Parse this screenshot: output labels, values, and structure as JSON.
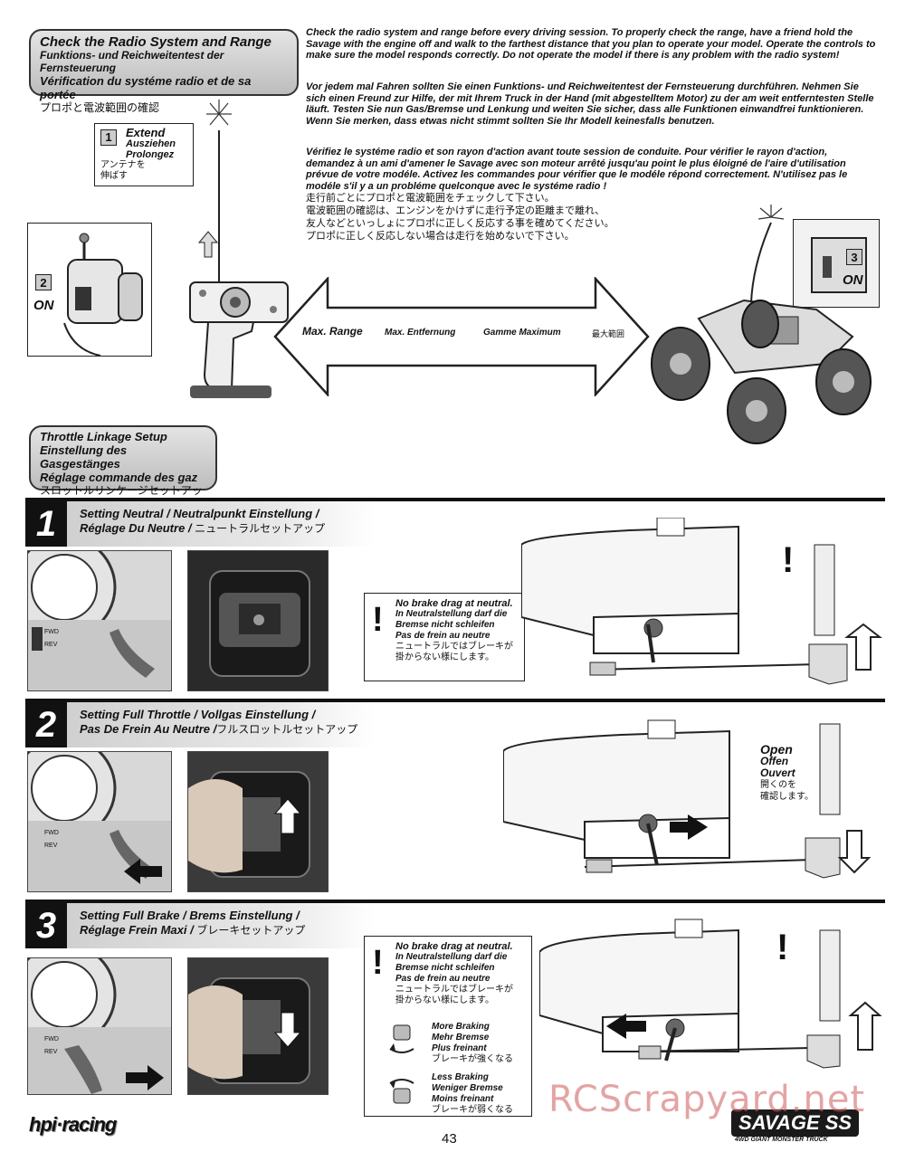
{
  "radio_check": {
    "heading": {
      "en": "Check the Radio System and Range",
      "de": "Funktions- und Reichweitentest der Fernsteuerung",
      "fr": "Vérification du systéme radio et de sa portée",
      "jp": "プロポと電波範囲の確認"
    },
    "paragraphs": {
      "en": "Check the radio system and range before every driving session. To properly check the range, have a friend hold the Savage with the engine off and walk to the farthest distance that you plan to operate your model. Operate the controls to make sure the model responds correctly. Do not operate the model if there is any problem with the radio system!",
      "de": "Vor jedem mal Fahren sollten Sie einen Funktions- und Reichweitentest der Fernsteuerung durchführen. Nehmen Sie sich einen Freund zur Hilfe, der mit Ihrem Truck in der Hand (mit abgestelltem Motor) zu der am weit entferntesten Stelle läuft. Testen Sie nun Gas/Bremse und Lenkung und weiten Sie sicher, dass alle Funktionen einwandfrei funktionieren. Wenn Sie merken, dass etwas nicht stimmt sollten Sie Ihr Modell keinesfalls benutzen.",
      "fr": "Vérifiez le systéme radio et son rayon d'action avant toute session de conduite. Pour vérifier le rayon d'action, demandez à un ami d'amener le Savage avec son moteur arrêté jusqu'au point le plus éloigné de l'aire d'utilisation prévue de votre modéle.  Activez les commandes pour vérifier que le modéle répond correctement. N'utilisez pas le modéle s'il y a un probléme quelconque avec le systéme radio !",
      "jp": "走行前ごとにプロポと電波範囲をチェックして下さい。\n電波範囲の確認は、エンジンをかけずに走行予定の距離まで離れ、\n友人などといっしょにプロポに正しく反応する事を確めてください。\nプロポに正しく反応しない場合は走行を始めないで下さい。"
    },
    "callout_extend": {
      "number": "1",
      "en": "Extend",
      "de": "Ausziehen",
      "fr": "Prolongez",
      "jp": "アンテナを\n伸ばす"
    },
    "callout_on_left": {
      "number": "2",
      "label": "ON"
    },
    "callout_on_right": {
      "number": "3",
      "label": "ON"
    },
    "range_arrow": {
      "en": "Max. Range",
      "de": "Max. Entfernung",
      "fr": "Gamme Maximum",
      "jp": "最大範囲"
    }
  },
  "throttle": {
    "heading": {
      "en": "Throttle Linkage Setup",
      "de": "Einstellung des Gasgestänges",
      "fr": "Réglage commande des gaz",
      "jp": "スロットルリンケージセットアップ"
    },
    "steps": [
      {
        "number": "1",
        "title_line1": "Setting Neutral / Neutralpunkt Einstellung /",
        "title_line2": "Réglage Du Neutre /",
        "title_jp": "ニュートラルセットアップ"
      },
      {
        "number": "2",
        "title_line1": "Setting Full Throttle / Vollgas Einstellung /",
        "title_line2": "Pas De Frein Au Neutre /",
        "title_jp": "フルスロットルセットアップ"
      },
      {
        "number": "3",
        "title_line1": "Setting Full Brake  /  Brems Einstellung  /",
        "title_line2": "Réglage Frein Maxi  /",
        "title_jp": "ブレーキセットアップ"
      }
    ],
    "fwd_label": "FWD",
    "rev_label": "REV",
    "no_drag_note": {
      "en": "No brake drag at neutral.",
      "de": "In Neutralstellung darf die Bremse nicht schleifen",
      "fr": "Pas de frein au neutre",
      "jp": "ニュートラルではブレーキが\n掛からない様にします。"
    },
    "open_note": {
      "en": "Open",
      "de": "Offen",
      "fr": "Ouvert",
      "jp": "開くのを\n確認します。"
    },
    "more_braking": {
      "en": "More Braking",
      "de": "Mehr Bremse",
      "fr": "Plus freinant",
      "jp": "ブレーキが強くなる"
    },
    "less_braking": {
      "en": "Less Braking",
      "de": "Weniger Bremse",
      "fr": "Moins freinant",
      "jp": "ブレーキが弱くなる"
    }
  },
  "footer": {
    "brand_left": "hpi·racing",
    "page_number": "43",
    "brand_right": "SAVAGE SS",
    "brand_right_sub": "4WD GIANT MONSTER TRUCK",
    "watermark": "RCScrapyard.net"
  }
}
